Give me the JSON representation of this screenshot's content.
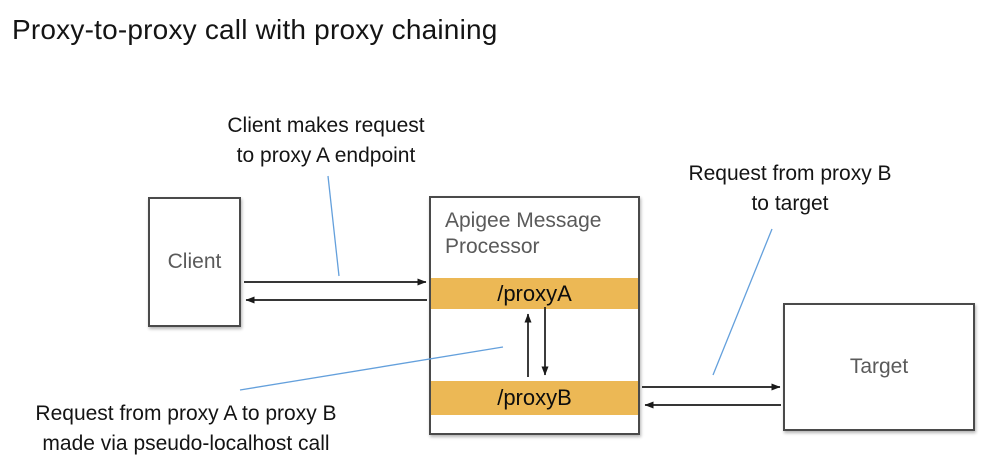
{
  "title": "Proxy-to-proxy call with proxy chaining",
  "nodes": {
    "client": {
      "label": "Client"
    },
    "processor": {
      "label": "Apigee Message Processor",
      "bars": [
        {
          "label": "/proxyA"
        },
        {
          "label": "/proxyB"
        }
      ]
    },
    "target": {
      "label": "Target"
    }
  },
  "annotations": [
    {
      "lines": [
        "Client makes request",
        "to proxy A endpoint"
      ]
    },
    {
      "lines": [
        "Request from proxy B",
        "to target"
      ]
    },
    {
      "lines": [
        "Request from proxy A to proxy B",
        "made via pseudo-localhost call"
      ]
    }
  ],
  "colors": {
    "proxy_bar_fill": "#ECB855",
    "pointer_line": "#64A0DC",
    "box_border": "#4A4A4A",
    "box_label_text": "#5A5A5A",
    "arrow_stroke": "#1A1A1A",
    "title_text": "#141414",
    "background": "#FFFFFF"
  }
}
